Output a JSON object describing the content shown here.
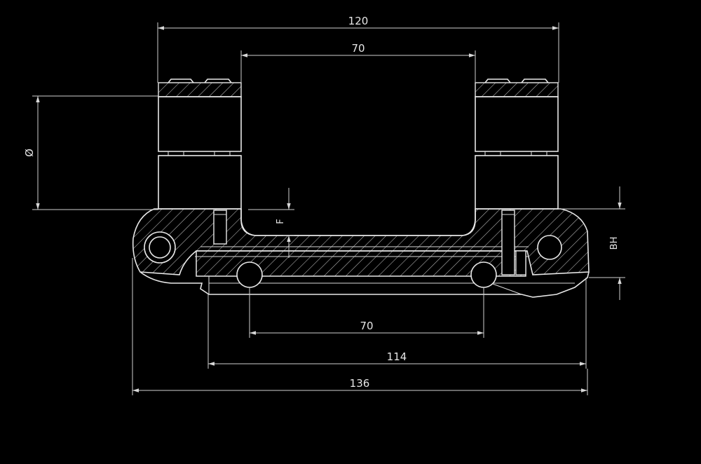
{
  "drawing": {
    "background": "#000000",
    "line_color": "#e8e8e8"
  },
  "dimensions": {
    "top_outer_width": "120",
    "top_inner_width": "70",
    "bottom_hole_spacing": "70",
    "bottom_base_width": "114",
    "bottom_overall_width": "136",
    "diameter_symbol": "Ø",
    "offset_label": "F",
    "height_label": "BH"
  }
}
